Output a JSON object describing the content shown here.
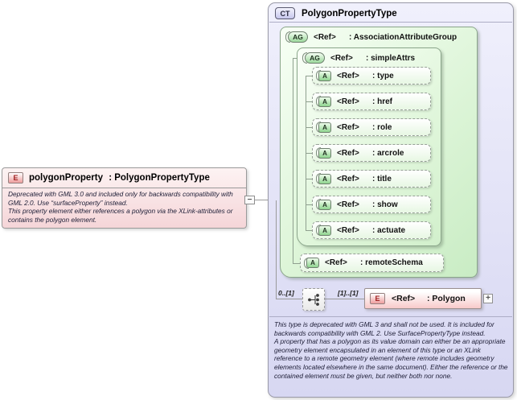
{
  "colors": {
    "complex_type_lavender": "#d7d7f2",
    "attribute_group_green": "#c9ecc4",
    "element_pink": "#f5d5d8",
    "badge_green": "#8fd48f",
    "badge_pink": "#ee9e9e",
    "border_gray": "#9a9a9a"
  },
  "element_box": {
    "badge": "E",
    "name": "polygonProperty",
    "type": " : PolygonPropertyType",
    "annotation_1": "Deprecated with GML 3.0 and included only for backwards compatibility with GML 2.0. Use “surfaceProperty” instead.",
    "annotation_2": "This property element either references a polygon via the XLink-attributes or contains the polygon element."
  },
  "connector": {
    "collapse_glyph": "−",
    "expand_glyph": "+"
  },
  "complex_type": {
    "badge": "CT",
    "title": "PolygonPropertyType",
    "association_attribute_group": {
      "badge": "AG",
      "ref": "<Ref>",
      "name": ": AssociationAttributeGroup"
    },
    "simple_attrs": {
      "badge": "AG",
      "ref": "<Ref>",
      "name": ": simpleAttrs",
      "attributes": [
        {
          "badge": "A",
          "ref": "<Ref>",
          "name": ": type"
        },
        {
          "badge": "A",
          "ref": "<Ref>",
          "name": ": href"
        },
        {
          "badge": "A",
          "ref": "<Ref>",
          "name": ": role"
        },
        {
          "badge": "A",
          "ref": "<Ref>",
          "name": ": arcrole"
        },
        {
          "badge": "A",
          "ref": "<Ref>",
          "name": ": title"
        },
        {
          "badge": "A",
          "ref": "<Ref>",
          "name": ": show"
        },
        {
          "badge": "A",
          "ref": "<Ref>",
          "name": ": actuate"
        }
      ]
    },
    "remote_schema": {
      "badge": "A",
      "ref": "<Ref>",
      "name": ": remoteSchema"
    },
    "sequence": {
      "cardinality_left": "0..[1]",
      "cardinality_right": "[1]..[1]"
    },
    "polygon_element": {
      "badge": "E",
      "ref": "<Ref>",
      "name": ": Polygon"
    },
    "annotation_1": "This type is deprecated with GML 3 and shall not be used. It is included for backwards compatibility with GML 2. Use SurfacePropertyType instead.",
    "annotation_2": "A property that has a polygon as its value domain can either be an appropriate geometry element encapsulated in an element of this type or an XLink reference to a remote geometry element (where remote includes geometry elements located elsewhere in the same document). Either the reference or the contained element must be given, but neither both nor none."
  }
}
